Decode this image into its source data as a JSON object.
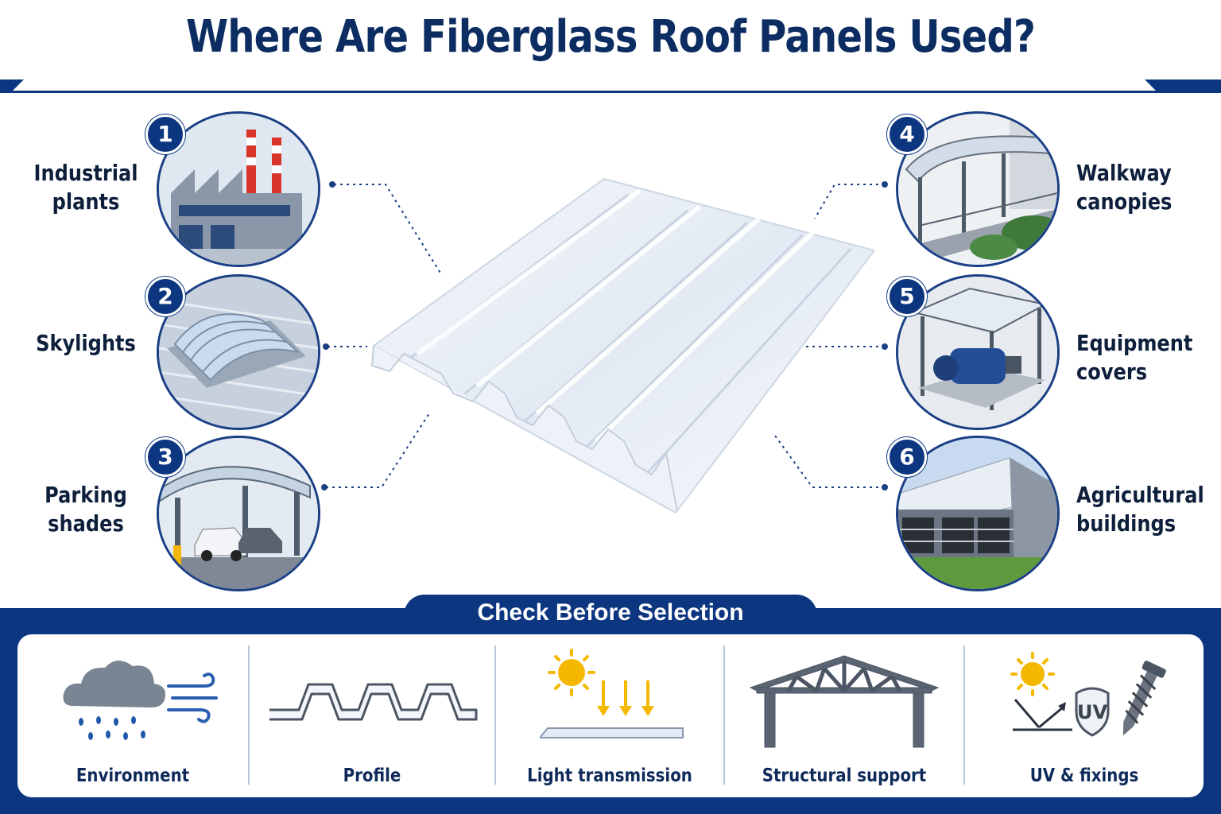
{
  "title": "Where Are Fiberglass Roof Panels Used?",
  "applications": [
    {
      "number": "1",
      "label_lines": [
        "Industrial",
        "plants"
      ],
      "icon": "factory-icon"
    },
    {
      "number": "2",
      "label_lines": [
        "Skylights"
      ],
      "icon": "skylight-icon"
    },
    {
      "number": "3",
      "label_lines": [
        "Parking",
        "shades"
      ],
      "icon": "carport-icon"
    },
    {
      "number": "4",
      "label_lines": [
        "Walkway",
        "canopies"
      ],
      "icon": "walkway-icon"
    },
    {
      "number": "5",
      "label_lines": [
        "Equipment",
        "covers"
      ],
      "icon": "equipment-icon"
    },
    {
      "number": "6",
      "label_lines": [
        "Agricultural",
        "buildings"
      ],
      "icon": "barn-icon"
    }
  ],
  "check_section": {
    "heading": "Check Before Selection",
    "items": [
      {
        "label": "Environment",
        "icon": "weather-icon"
      },
      {
        "label": "Profile",
        "icon": "profile-icon"
      },
      {
        "label": "Light transmission",
        "icon": "sunlight-icon"
      },
      {
        "label": "Structural support",
        "icon": "truss-icon"
      },
      {
        "label": "UV & fixings",
        "icon": "uv-screw-icon"
      }
    ]
  },
  "colors": {
    "navy": "#0c3680",
    "title": "#0c2d62",
    "sun": "#f5b800",
    "panel": "#e8eef6"
  }
}
